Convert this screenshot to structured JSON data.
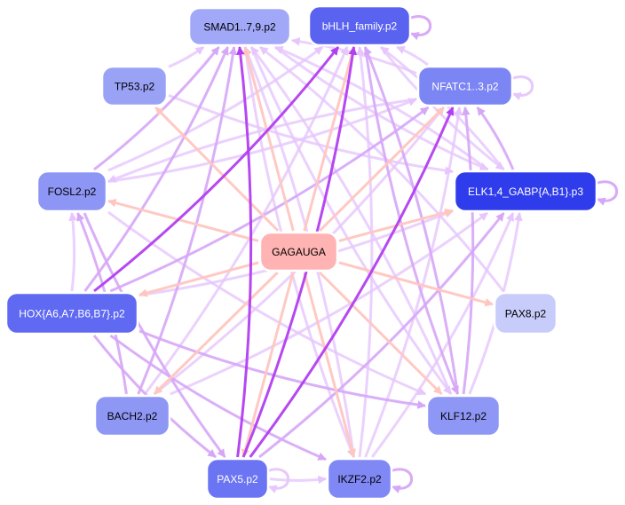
{
  "colors": {
    "center_node": "#ffb3b3",
    "center_edge": "#ffc6c0",
    "edge_light": "#e6c6fc",
    "edge_mid": "#d6a6f7",
    "edge_strong": "#b23ef0",
    "white_text": "#ffffff",
    "dark_text": "#000000"
  },
  "nodes": [
    {
      "id": "smad",
      "label": "SMAD1..7,9.p2",
      "fill": "#a2a8f8",
      "text": "dark"
    },
    {
      "id": "bhlh",
      "label": "bHLH_family.p2",
      "fill": "#5a63f0",
      "text": "light"
    },
    {
      "id": "tp53",
      "label": "TP53.p2",
      "fill": "#9aa2f6",
      "text": "dark"
    },
    {
      "id": "nfatc",
      "label": "NFATC1..3.p2",
      "fill": "#7c85f4",
      "text": "light"
    },
    {
      "id": "fosl2",
      "label": "FOSL2.p2",
      "fill": "#8d96f5",
      "text": "dark"
    },
    {
      "id": "elk",
      "label": "ELK1,4_GABP{A,B1}.p3",
      "fill": "#2f3cec",
      "text": "light"
    },
    {
      "id": "center",
      "label": "GAGAUGA",
      "fill": "#ffb3b3",
      "text": "dark"
    },
    {
      "id": "hox",
      "label": "HOX{A6,A7,B6,B7}.p2",
      "fill": "#5f69f1",
      "text": "light"
    },
    {
      "id": "pax8",
      "label": "PAX8.p2",
      "fill": "#c8ccfb",
      "text": "dark"
    },
    {
      "id": "bach2",
      "label": "BACH2.p2",
      "fill": "#8f97f5",
      "text": "dark"
    },
    {
      "id": "klf12",
      "label": "KLF12.p2",
      "fill": "#8e97f5",
      "text": "dark"
    },
    {
      "id": "pax5",
      "label": "PAX5.p2",
      "fill": "#6b74f2",
      "text": "light"
    },
    {
      "id": "ikzf2",
      "label": "IKZF2.p2",
      "fill": "#7f88f4",
      "text": "dark"
    }
  ],
  "edges": [
    {
      "from": "center",
      "to": "smad",
      "style": "center"
    },
    {
      "from": "center",
      "to": "bhlh",
      "style": "center"
    },
    {
      "from": "center",
      "to": "tp53",
      "style": "center"
    },
    {
      "from": "center",
      "to": "nfatc",
      "style": "center"
    },
    {
      "from": "center",
      "to": "fosl2",
      "style": "center"
    },
    {
      "from": "center",
      "to": "elk",
      "style": "center"
    },
    {
      "from": "center",
      "to": "hox",
      "style": "center"
    },
    {
      "from": "center",
      "to": "pax8",
      "style": "center"
    },
    {
      "from": "center",
      "to": "bach2",
      "style": "center"
    },
    {
      "from": "center",
      "to": "klf12",
      "style": "center"
    },
    {
      "from": "center",
      "to": "pax5",
      "style": "center"
    },
    {
      "from": "center",
      "to": "ikzf2",
      "style": "center"
    },
    {
      "from": "hox",
      "to": "bhlh",
      "style": "strong"
    },
    {
      "from": "pax5",
      "to": "bhlh",
      "style": "strong"
    },
    {
      "from": "pax5",
      "to": "nfatc",
      "style": "strong"
    },
    {
      "from": "pax5",
      "to": "smad",
      "style": "strong"
    },
    {
      "from": "elk",
      "to": "nfatc",
      "style": "mid"
    },
    {
      "from": "klf12",
      "to": "bhlh",
      "style": "mid"
    },
    {
      "from": "klf12",
      "to": "nfatc",
      "style": "mid"
    },
    {
      "from": "hox",
      "to": "smad",
      "style": "mid"
    },
    {
      "from": "hox",
      "to": "nfatc",
      "style": "mid"
    },
    {
      "from": "bach2",
      "to": "smad",
      "style": "mid"
    },
    {
      "from": "bach2",
      "to": "fosl2",
      "style": "mid"
    },
    {
      "from": "hox",
      "to": "pax5",
      "style": "mid"
    },
    {
      "from": "hox",
      "to": "ikzf2",
      "style": "mid"
    },
    {
      "from": "hox",
      "to": "klf12",
      "style": "mid"
    },
    {
      "from": "fosl2",
      "to": "pax5",
      "style": "mid"
    },
    {
      "from": "bhlh",
      "to": "klf12",
      "style": "mid"
    },
    {
      "from": "pax5",
      "to": "elk",
      "style": "mid"
    },
    {
      "from": "fosl2",
      "to": "smad",
      "style": "mid"
    },
    {
      "from": "tp53",
      "to": "smad",
      "style": "light"
    },
    {
      "from": "tp53",
      "to": "elk",
      "style": "light"
    },
    {
      "from": "fosl2",
      "to": "bhlh",
      "style": "light"
    },
    {
      "from": "fosl2",
      "to": "nfatc",
      "style": "light"
    },
    {
      "from": "hox",
      "to": "fosl2",
      "style": "light"
    },
    {
      "from": "hox",
      "to": "elk",
      "style": "light"
    },
    {
      "from": "bach2",
      "to": "bhlh",
      "style": "light"
    },
    {
      "from": "bach2",
      "to": "nfatc",
      "style": "light"
    },
    {
      "from": "bach2",
      "to": "elk",
      "style": "light"
    },
    {
      "from": "klf12",
      "to": "smad",
      "style": "light"
    },
    {
      "from": "klf12",
      "to": "elk",
      "style": "light"
    },
    {
      "from": "pax5",
      "to": "ikzf2",
      "style": "light"
    },
    {
      "from": "ikzf2",
      "to": "smad",
      "style": "light"
    },
    {
      "from": "ikzf2",
      "to": "bhlh",
      "style": "light"
    },
    {
      "from": "ikzf2",
      "to": "nfatc",
      "style": "light"
    },
    {
      "from": "ikzf2",
      "to": "elk",
      "style": "light"
    },
    {
      "from": "smad",
      "to": "elk",
      "style": "light"
    },
    {
      "from": "smad",
      "to": "ikzf2",
      "style": "light"
    },
    {
      "from": "smad",
      "to": "klf12",
      "style": "light"
    },
    {
      "from": "bhlh",
      "to": "elk",
      "style": "light"
    },
    {
      "from": "nfatc",
      "to": "bhlh",
      "style": "light"
    },
    {
      "from": "nfatc",
      "to": "smad",
      "style": "light"
    },
    {
      "from": "elk",
      "to": "smad",
      "style": "light"
    },
    {
      "from": "elk",
      "to": "bhlh",
      "style": "light"
    },
    {
      "from": "pax8",
      "to": "smad",
      "style": "light"
    },
    {
      "from": "fosl2",
      "to": "klf12",
      "style": "light"
    },
    {
      "from": "nfatc",
      "to": "fosl2",
      "style": "light"
    }
  ],
  "self_loops": [
    {
      "node": "bhlh",
      "style": "mid"
    },
    {
      "node": "nfatc",
      "style": "light"
    },
    {
      "node": "elk",
      "style": "mid"
    },
    {
      "node": "pax5",
      "style": "light"
    },
    {
      "node": "ikzf2",
      "style": "mid"
    }
  ]
}
